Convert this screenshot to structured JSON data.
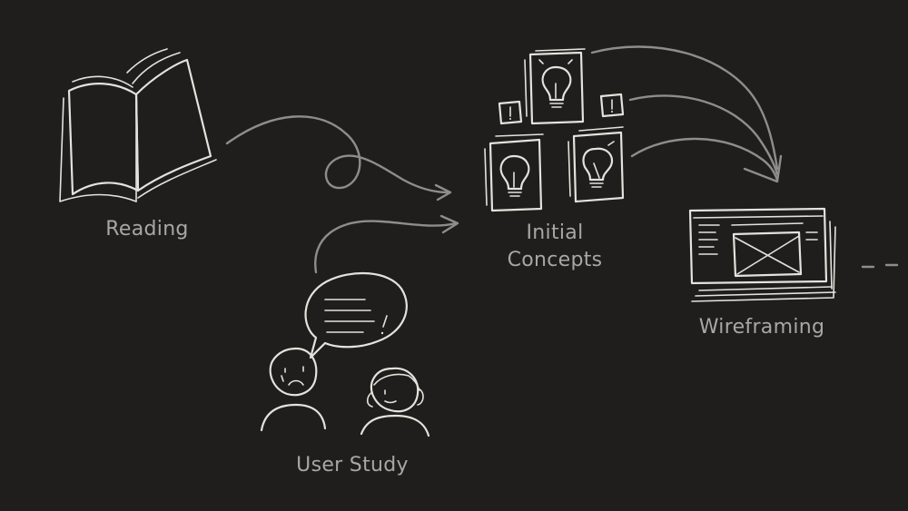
{
  "diagram": {
    "background": "#1f1e1c",
    "chalk_color": "#e4e2dc",
    "label_color": "#a9a7a3",
    "arrow_color": "#8f8d89",
    "nodes": [
      {
        "id": "reading",
        "label": "Reading",
        "icon": "book-icon"
      },
      {
        "id": "user-study",
        "label": "User Study",
        "icon": "people-talking-icon"
      },
      {
        "id": "initial-concepts",
        "label_line1": "Initial",
        "label_line2": "Concepts",
        "icon": "lightbulb-cards-icon"
      },
      {
        "id": "wireframing",
        "label": "Wireframing",
        "icon": "wireframe-screens-icon"
      }
    ],
    "edges": [
      {
        "from": "reading",
        "to": "initial-concepts"
      },
      {
        "from": "user-study",
        "to": "initial-concepts"
      },
      {
        "from": "initial-concepts",
        "to": "wireframing"
      }
    ]
  }
}
